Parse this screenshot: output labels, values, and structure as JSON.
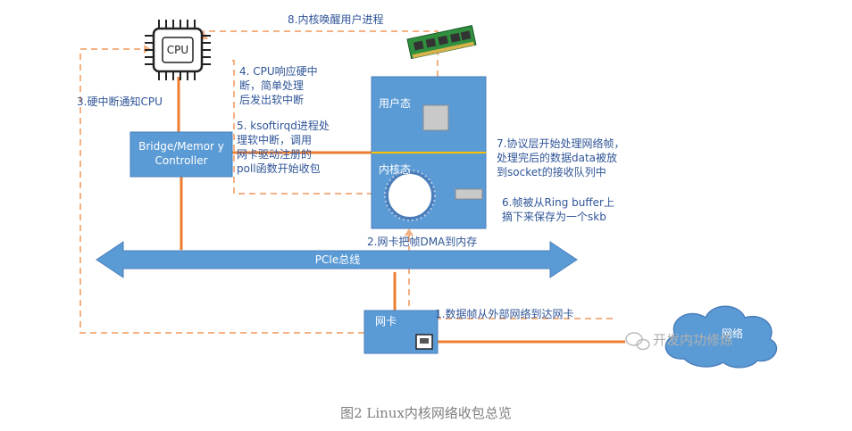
{
  "labels": {
    "step8": "8.内核唤醒用户进程",
    "cpu": "CPU",
    "step3": "3.硬中断通知CPU",
    "step4": "4. CPU响应硬中\n断，简单处理\n后发出软中断",
    "step5": "5. ksoftirqd进程处\n理软中断，调用\n网卡驱动注册的\npoll函数开始收包",
    "bridge": "Bridge/Memor\ny Controller",
    "user_space": "用户态",
    "kernel_space": "内核态",
    "step7": "7.协议层开始处理网络帧，\n处理完后的数据data被放\n到socket的接收队列中",
    "step6": "6.帧被从Ring buffer上\n摘下来保存为一个skb",
    "step2": "2.网卡把帧DMA到内存",
    "pcie": "PCIe总线",
    "nic": "网卡",
    "step1": "1.数据帧从外部网络到达网卡",
    "watermark": "开发内功修炼",
    "cloud_label": "网络",
    "caption": "图2 Linux内核网络收包总览"
  },
  "colors": {
    "blue_fill": "#5b9bd5",
    "blue_border": "#4a7ebb",
    "orange": "#ed7d31",
    "orange_dash": "#f4b183",
    "text_blue": "#2f5597",
    "gray_box": "#c9c9c9",
    "yellow_line": "#ffc000"
  },
  "icons": [
    "cpu-chip-icon",
    "memory-module-icon",
    "ethernet-port-icon",
    "cloud-icon",
    "wechat-icon"
  ]
}
